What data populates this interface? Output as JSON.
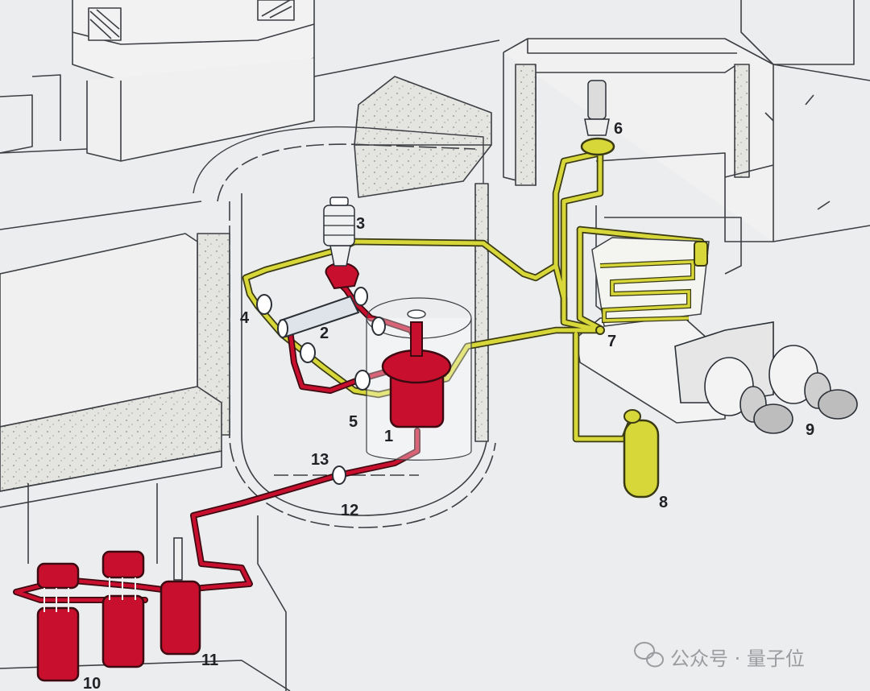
{
  "labels": [
    "1",
    "2",
    "3",
    "4",
    "5",
    "6",
    "7",
    "8",
    "9",
    "10",
    "11",
    "12",
    "13"
  ],
  "watermark": {
    "text": "公众号 · 量子位",
    "icon": "wechat-icon"
  },
  "colors": {
    "background": "#ecedee",
    "line": "#3c3f44",
    "primary_loop": "#c8102e",
    "primary_dark": "#3d0a12",
    "secondary_loop": "#d7d73a",
    "secondary_dark": "#3a3a14",
    "concrete": "#e3e3df"
  }
}
